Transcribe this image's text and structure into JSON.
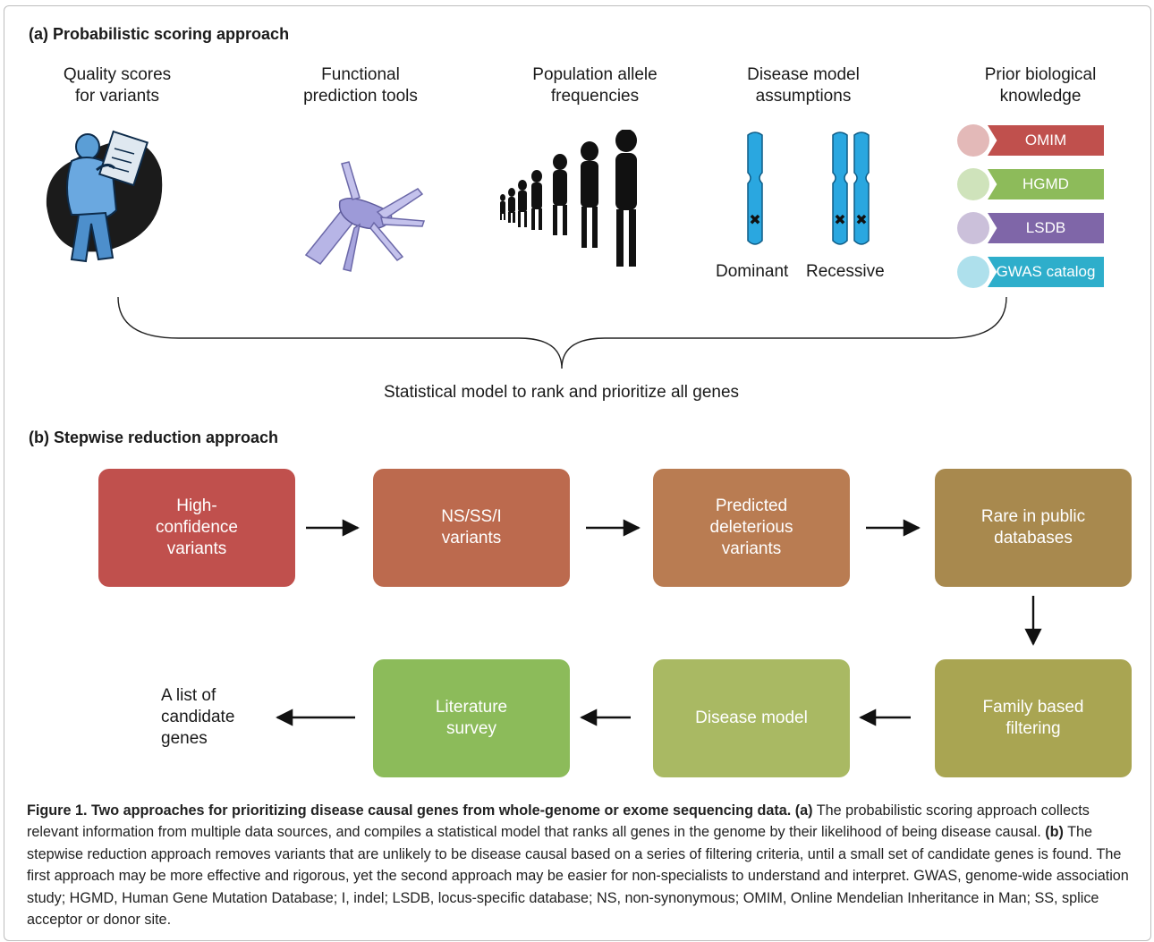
{
  "panel_a": {
    "heading": "(a) Probabilistic scoring approach",
    "columns": [
      "Quality scores\nfor variants",
      "Functional\nprediction tools",
      "Population allele\nfrequencies",
      "Disease model\nassumptions",
      "Prior biological\nknowledge"
    ],
    "dominant_label": "Dominant",
    "recessive_label": "Recessive",
    "databases": [
      {
        "label": "OMIM",
        "bar_color": "#c0504d",
        "circle_color": "#e3b9b8"
      },
      {
        "label": "HGMD",
        "bar_color": "#8dbb5a",
        "circle_color": "#cfe3bb"
      },
      {
        "label": "LSDB",
        "bar_color": "#7f66a8",
        "circle_color": "#cbc0da"
      },
      {
        "label": "GWAS catalog",
        "bar_color": "#2eaecb",
        "circle_color": "#aee0ec"
      }
    ],
    "conclusion": "Statistical model to rank and prioritize all genes"
  },
  "panel_b": {
    "heading": "(b) Stepwise reduction approach",
    "steps": [
      {
        "label": "High-\nconfidence\nvariants",
        "color": "#c0504d"
      },
      {
        "label": "NS/SS/I\nvariants",
        "color": "#bc6a4e"
      },
      {
        "label": "Predicted\ndeleterious\nvariants",
        "color": "#b97c52"
      },
      {
        "label": "Rare in public\ndatabases",
        "color": "#a8894e"
      },
      {
        "label": "Family based\nfiltering",
        "color": "#a9a552"
      },
      {
        "label": "Disease model",
        "color": "#a9b963"
      },
      {
        "label": "Literature\nsurvey",
        "color": "#8cbb5a"
      }
    ],
    "final_label": "A list of\ncandidate\ngenes"
  },
  "caption": {
    "title": "Figure 1. Two approaches for prioritizing disease causal genes from whole-genome or exome sequencing data.",
    "a_tag": "(a)",
    "a_text": "The probabilistic scoring approach collects relevant information from multiple data sources, and compiles a statistical model that ranks all genes in the genome by their likelihood of being disease causal.",
    "b_tag": "(b)",
    "b_text": "The stepwise reduction approach removes variants that are unlikely to be disease causal based on a series of filtering criteria, until a small set of candidate genes is found. The first approach may be more effective and rigorous, yet the second approach may be easier for non-specialists to understand and interpret. GWAS, genome-wide association study; HGMD, Human Gene Mutation Database; I, indel; LSDB, locus-specific database; NS, non-synonymous; OMIM, Online Mendelian Inheritance in Man; SS, splice acceptor or donor site."
  },
  "icons": [
    "scientist-icon",
    "pocket-knife-icon",
    "population-silhouettes-icon",
    "chromosome-icon"
  ]
}
